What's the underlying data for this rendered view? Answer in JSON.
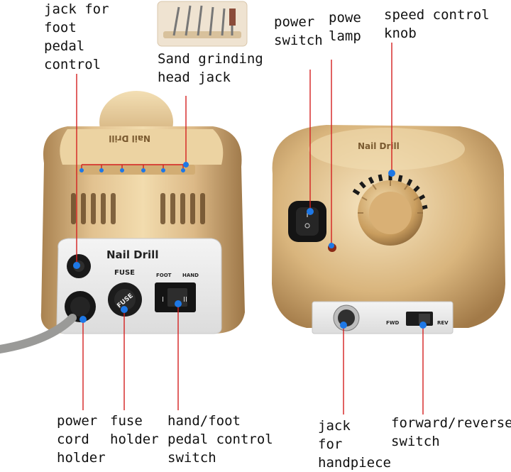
{
  "labels": {
    "foot_jack": [
      "jack for",
      "foot",
      "pedal",
      "control"
    ],
    "sand_jack": [
      "Sand grinding",
      "head jack"
    ],
    "power_switch": [
      "power",
      "switch"
    ],
    "power_lamp": [
      "powe",
      "lamp"
    ],
    "speed_knob": [
      "speed control",
      "knob"
    ],
    "cord_holder": [
      "power",
      "cord",
      "holder"
    ],
    "fuse_holder": [
      "fuse",
      "holder"
    ],
    "hand_foot_switch": [
      "hand/foot",
      "pedal control",
      "switch"
    ],
    "handpiece_jack": [
      "jack",
      "for",
      "handpiece"
    ],
    "fwd_rev_switch": [
      "forward/reverse",
      "switch"
    ]
  },
  "device": {
    "brand_back": "Nail Drill",
    "brand_top": "Nail Drill",
    "brand_top_front": "Nail Drill",
    "fuse_label": "FUSE",
    "fuse_cap": "FUSE",
    "foot_mark": "FOOT",
    "hand_mark": "HAND",
    "fwd_mark": "FWD",
    "rev_mark": "REV"
  },
  "colors": {
    "gold": "#d9b37a",
    "gold_dark": "#a88452",
    "marker": "#1e78e6",
    "leader": "#d42020"
  }
}
